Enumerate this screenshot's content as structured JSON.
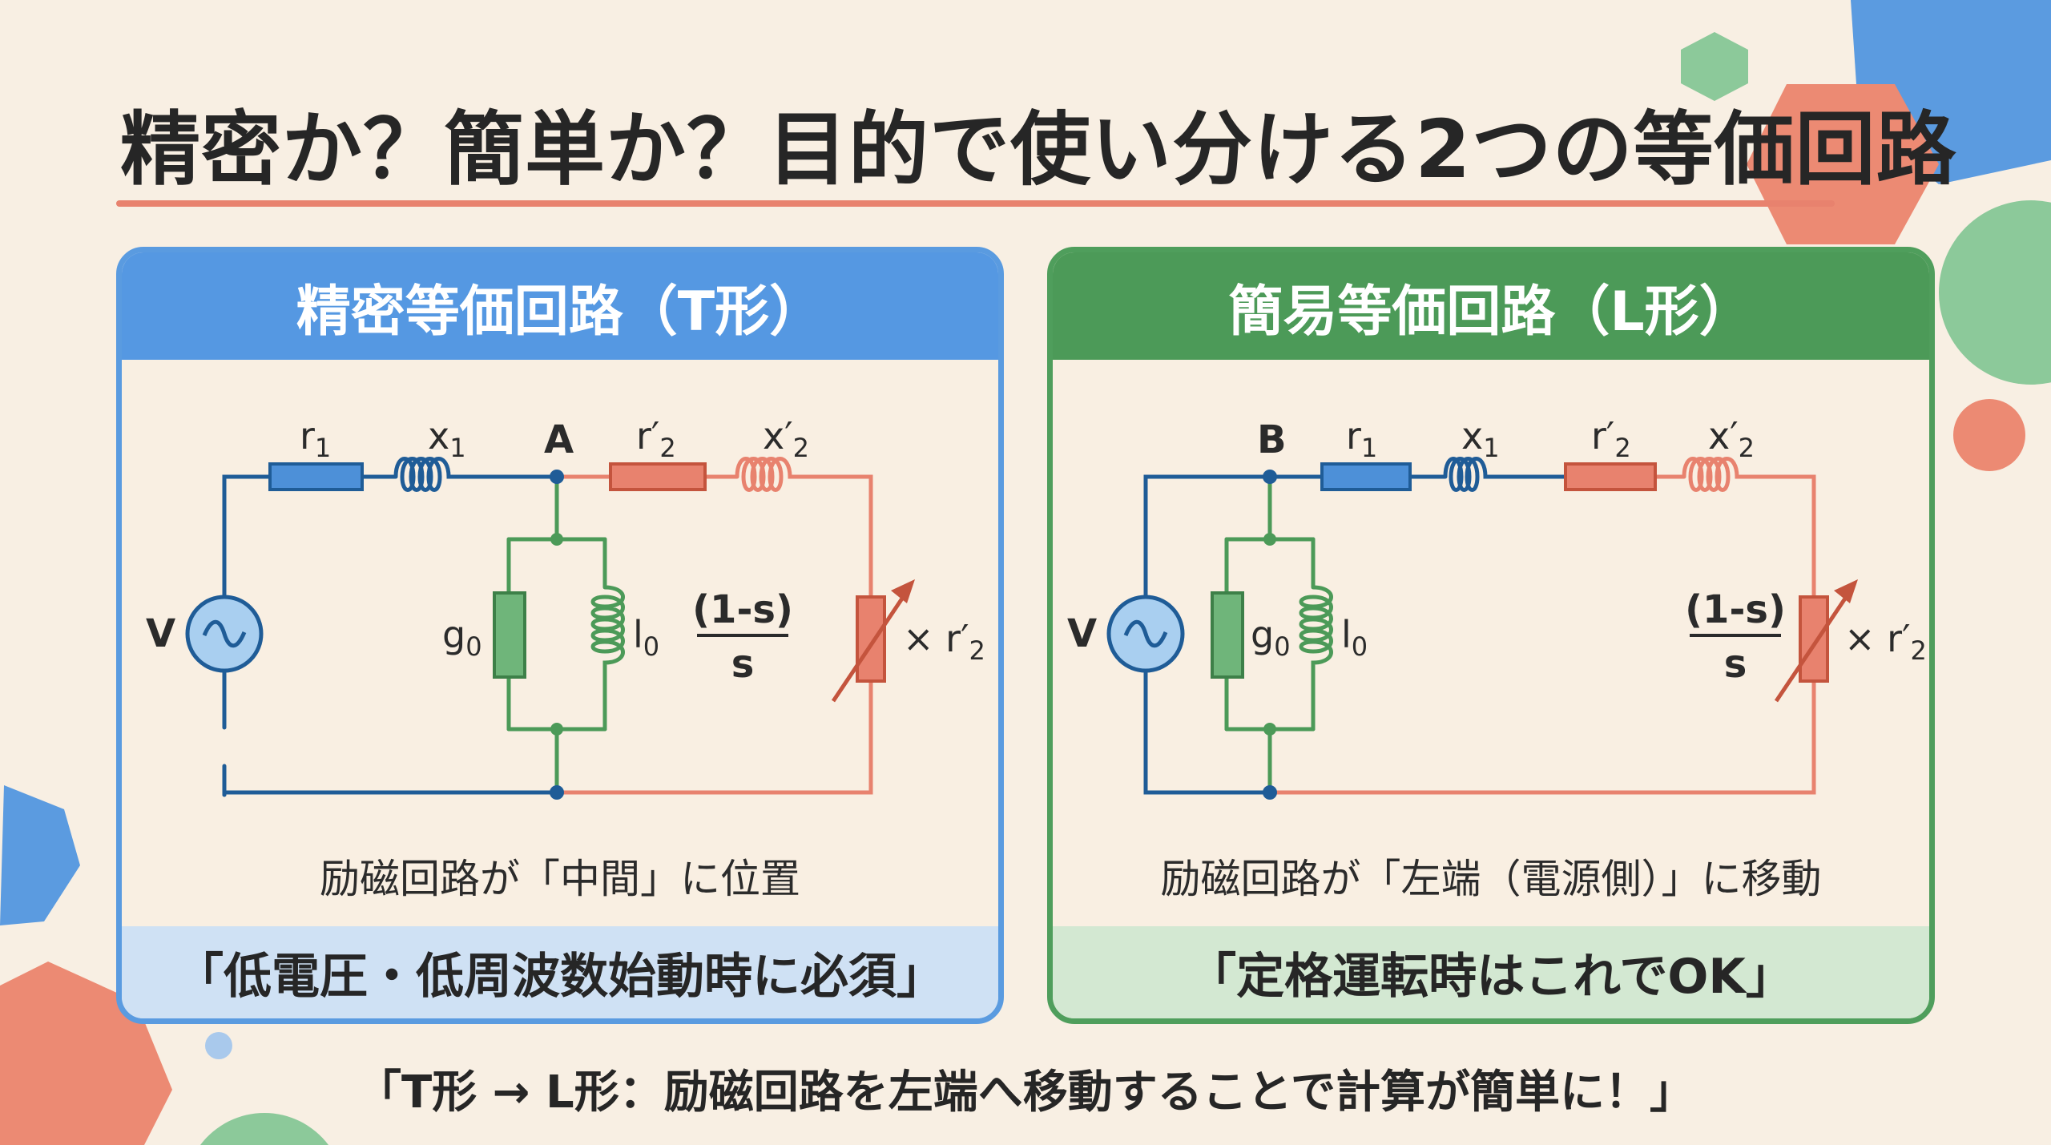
{
  "title": "精密か？簡単か？目的で使い分ける2つの等価回路",
  "colors": {
    "blue": "#5598e2",
    "green": "#4c9a58",
    "red": "#e8826e",
    "background": "#f8efe3"
  },
  "left_panel": {
    "heading": "精密等価回路（T形）",
    "node_label": "A",
    "source_label": "V",
    "labels": {
      "r1": "r",
      "r1_sub": "1",
      "x1": "x",
      "x1_sub": "1",
      "r2": "r′",
      "r2_sub": "2",
      "x2": "x′",
      "x2_sub": "2",
      "g0": "g",
      "g0_sub": "0",
      "l0": "l",
      "l0_sub": "0",
      "load_num": "(1-s)",
      "load_den": "s",
      "load_mult": "× r′",
      "load_mult_sub": "2"
    },
    "caption": "励磁回路が「中間」に位置",
    "footer": "「低電圧・低周波数始動時に必須」"
  },
  "right_panel": {
    "heading": "簡易等価回路（L形）",
    "node_label": "B",
    "source_label": "V",
    "labels": {
      "r1": "r",
      "r1_sub": "1",
      "x1": "x",
      "x1_sub": "1",
      "r2": "r′",
      "r2_sub": "2",
      "x2": "x′",
      "x2_sub": "2",
      "g0": "g",
      "g0_sub": "0",
      "l0": "l",
      "l0_sub": "0",
      "load_num": "(1-s)",
      "load_den": "s",
      "load_mult": "× r′",
      "load_mult_sub": "2"
    },
    "caption": "励磁回路が「左端（電源側）」に移動",
    "footer": "「定格運転時はこれでOK」"
  },
  "bottom_note": "「T形 → L形：励磁回路を左端へ移動することで計算が簡単に！」"
}
